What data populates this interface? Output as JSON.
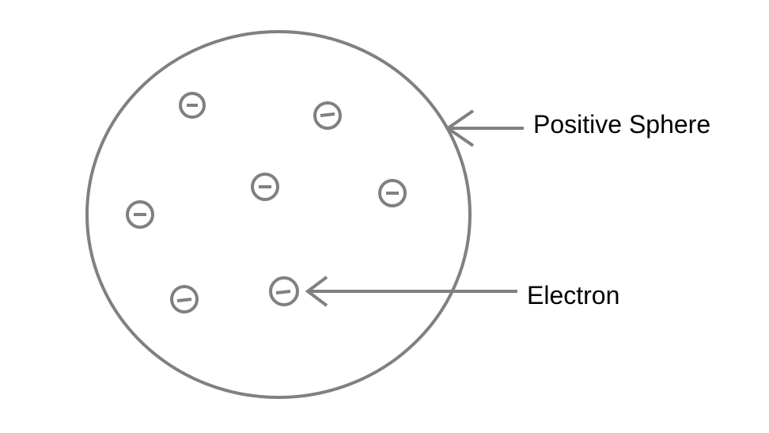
{
  "diagram": {
    "labels": {
      "sphere": "Positive Sphere",
      "electron": "Electron"
    },
    "electron_count": 7,
    "colors": {
      "line": "#808080",
      "text": "#000000",
      "background": "#ffffff"
    }
  }
}
